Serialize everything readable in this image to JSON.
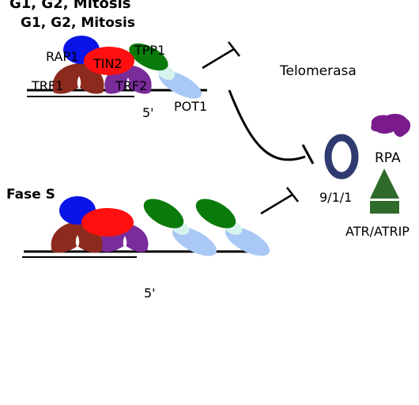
{
  "labels": {
    "cutoff_heading": "G1, G2, Mitosis",
    "heading_g1": "G1, G2, Mitosis",
    "heading_s": "Fase S",
    "rap1": "RAP1",
    "tin2": "TIN2",
    "tpp1": "TPP1",
    "trf1": "TRF1",
    "trf2": "TRF2",
    "pot1": "POT1",
    "five_prime_top": "5'",
    "five_prime_bottom": "5'",
    "telomerase": "Telomerasa",
    "rpa": "RPA",
    "clamp_911": "9/1/1",
    "atr_atrip": "ATR/ATRIP"
  },
  "colors": {
    "rap1": "#0a14e6",
    "tin2": "#ff0f0f",
    "tpp1": "#0a7a0a",
    "trf1": "#8c2a1e",
    "trf2": "#7a2c9a",
    "pot1": "#a9c8f5",
    "pot1_hilite": "#d8f2ee",
    "rpa": "#7a1a8c",
    "clamp_911": "#2f3b70",
    "atr": "#2e6a2a",
    "dna": "#000000"
  }
}
